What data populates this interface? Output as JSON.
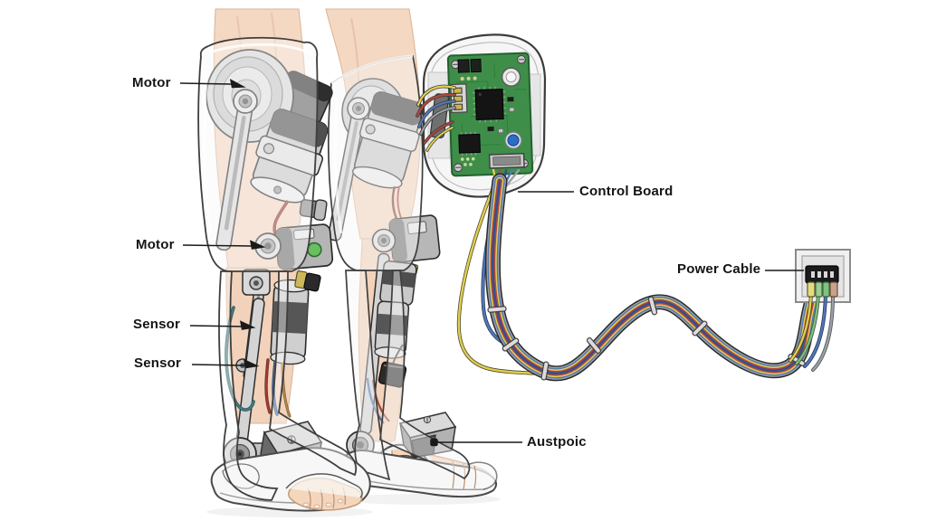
{
  "diagram": {
    "subject": "powered-leg-exoskeleton-illustration",
    "labels": {
      "motor_hip": {
        "text": "Motor"
      },
      "motor_knee": {
        "text": "Motor"
      },
      "sensor_upper": {
        "text": "Sensor"
      },
      "sensor_lower": {
        "text": "Sensor"
      },
      "control_board": {
        "text": "Control Board"
      },
      "power_cable": {
        "text": "Power Cable"
      },
      "foot_unit": {
        "text": "Austpoic"
      }
    },
    "colors": {
      "background": "#ffffff",
      "pcb_green": "#3e8e49",
      "wire_yellow": "#e2cf52",
      "wire_red": "#b5463c",
      "wire_blue": "#5577b5",
      "wire_navy": "#35508f",
      "wire_gray": "#9aa1a8",
      "skin": "#f4d8c2",
      "metal_light": "#d6d6d6",
      "metal_dark": "#5a5a5a",
      "led_green": "#67bf60",
      "capacitor_blue": "#2f6cc4",
      "ferrule_yellow": "#e6dc7e",
      "ferrule_green": "#8fce8a",
      "ferrule_tan": "#c8a28c"
    }
  }
}
